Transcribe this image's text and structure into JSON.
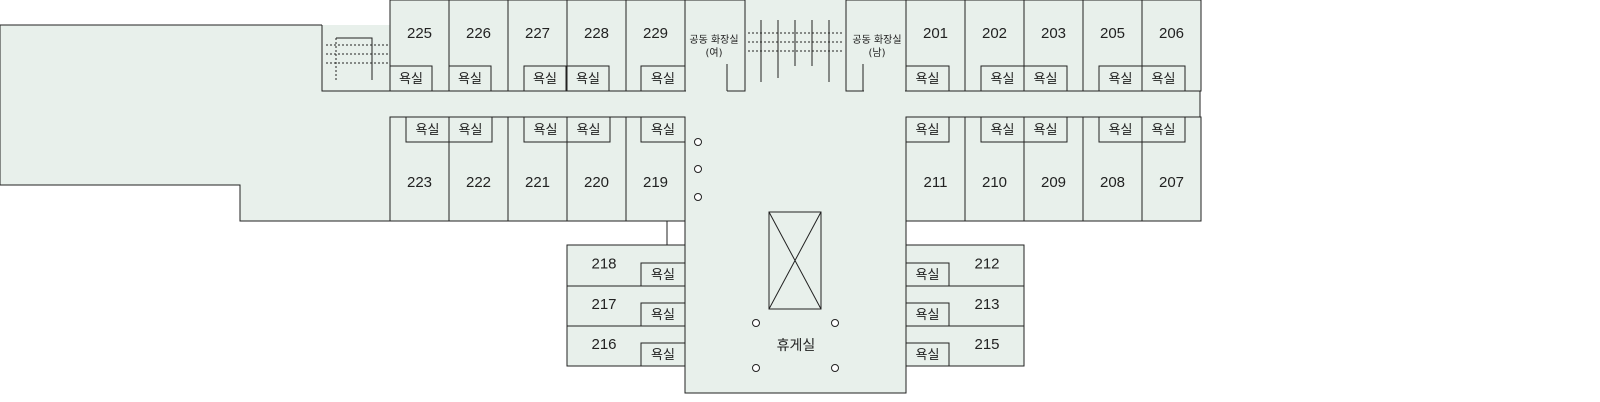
{
  "rooms_top_left": [
    "225",
    "226",
    "227",
    "228",
    "229"
  ],
  "rooms_top_right": [
    "201",
    "202",
    "203",
    "205",
    "206"
  ],
  "rooms_mid_left": [
    "223",
    "222",
    "221",
    "220",
    "219"
  ],
  "rooms_mid_right": [
    "211",
    "210",
    "209",
    "208",
    "207"
  ],
  "rooms_low_left": [
    "218",
    "217",
    "216"
  ],
  "rooms_low_right": [
    "212",
    "213",
    "215"
  ],
  "bath_label": "욕실",
  "restroom_women": [
    "공동 화장실",
    "(여)"
  ],
  "restroom_men": [
    "공동 화장실",
    "(남)"
  ],
  "lounge_label": "휴게실",
  "colors": {
    "floor": "#e8f0eb",
    "line": "#222222",
    "background": "#ffffff"
  }
}
